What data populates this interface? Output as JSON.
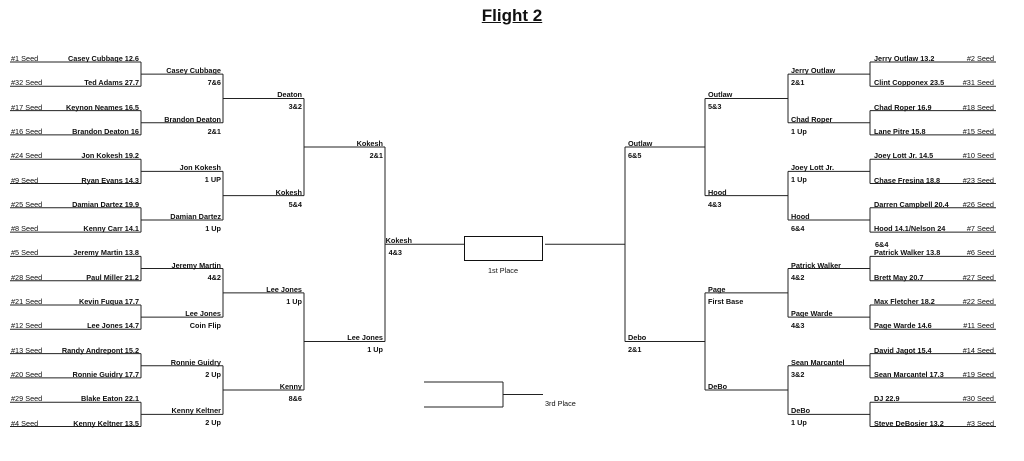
{
  "title": "Flight 2",
  "left": {
    "r1": [
      {
        "seed": "#1 Seed",
        "player": "Casey Cubbage 12.6"
      },
      {
        "seed": "#32 Seed",
        "player": "Ted Adams 27.7"
      },
      {
        "seed": "#17 Seed",
        "player": "Keynon Neames 16.5"
      },
      {
        "seed": "#16 Seed",
        "player": "Brandon Deaton 16"
      },
      {
        "seed": "#24 Seed",
        "player": "Jon Kokesh 19.2"
      },
      {
        "seed": "#9 Seed",
        "player": "Ryan Evans 14.3"
      },
      {
        "seed": "#25 Seed",
        "player": "Damian Dartez 19.9"
      },
      {
        "seed": "#8 Seed",
        "player": "Kenny Carr 14.1"
      },
      {
        "seed": "#5 Seed",
        "player": "Jeremy Martin 13.8"
      },
      {
        "seed": "#28 Seed",
        "player": "Paul Miller 21.2"
      },
      {
        "seed": "#21 Seed",
        "player": "Kevin Fuqua 17.7"
      },
      {
        "seed": "#12 Seed",
        "player": "Lee Jones 14.7"
      },
      {
        "seed": "#13 Seed",
        "player": "Randy Andrepont 15.2"
      },
      {
        "seed": "#20 Seed",
        "player": "Ronnie Guidry 17.7"
      },
      {
        "seed": "#29 Seed",
        "player": "Blake Eaton 22.1"
      },
      {
        "seed": "#4 Seed",
        "player": "Kenny Keltner 13.5"
      }
    ],
    "r2": [
      {
        "name": "Casey Cubbage",
        "score": "7&6"
      },
      {
        "name": "Brandon Deaton",
        "score": "2&1"
      },
      {
        "name": "Jon Kokesh",
        "score": "1 UP"
      },
      {
        "name": "Damian Dartez",
        "score": "1 Up"
      },
      {
        "name": "Jeremy Martin",
        "score": "4&2"
      },
      {
        "name": "Lee Jones",
        "score": "Coin Flip"
      },
      {
        "name": "Ronnie Guidry",
        "score": "2 Up"
      },
      {
        "name": "Kenny Keltner",
        "score": "2 Up"
      }
    ],
    "r3": [
      {
        "name": "Deaton",
        "score": "3&2"
      },
      {
        "name": "Kokesh",
        "score": "5&4"
      },
      {
        "name": "Lee Jones",
        "score": "1 Up"
      },
      {
        "name": "Kenny",
        "score": "8&6"
      }
    ],
    "r4": [
      {
        "name": "Kokesh",
        "score": "2&1"
      },
      {
        "name": "Lee Jones",
        "score": "1 Up"
      }
    ],
    "final": {
      "name": "Kokesh",
      "score": "4&3"
    }
  },
  "right": {
    "r1": [
      {
        "seed": "#2 Seed",
        "player": "Jerry Outlaw 13.2"
      },
      {
        "seed": "#31 Seed",
        "player": "Clint Copponex 23.5"
      },
      {
        "seed": "#18 Seed",
        "player": "Chad Roper 16.9"
      },
      {
        "seed": "#15 Seed",
        "player": "Lane Pitre 15.8"
      },
      {
        "seed": "#10 Seed",
        "player": "Joey Lott Jr. 14.5"
      },
      {
        "seed": "#23 Seed",
        "player": "Chase Fresina 18.8"
      },
      {
        "seed": "#26 Seed",
        "player": "Darren Campbell 20.4"
      },
      {
        "seed": "#7 Seed",
        "player": "Hood 14.1/Nelson 24"
      },
      {
        "seed": "#6 Seed",
        "player": "Patrick Walker 13.8"
      },
      {
        "seed": "#27 Seed",
        "player": "Brett May 20.7"
      },
      {
        "seed": "#22 Seed",
        "player": "Max Fletcher 18.2"
      },
      {
        "seed": "#11 Seed",
        "player": "Page Warde 14.6"
      },
      {
        "seed": "#14 Seed",
        "player": "David Jagot 15.4"
      },
      {
        "seed": "#19 Seed",
        "player": "Sean Marcantel 17.3"
      },
      {
        "seed": "#30 Seed",
        "player": "DJ 22.9"
      },
      {
        "seed": "#3 Seed",
        "player": "Steve DeBosier 13.2"
      }
    ],
    "r2": [
      {
        "name": "Jerry Outlaw",
        "score": "2&1"
      },
      {
        "name": "Chad Roper",
        "score": "1 Up"
      },
      {
        "name": "Joey Lott Jr.",
        "score": "1 Up"
      },
      {
        "name": "Hood",
        "score": "6&4"
      },
      {
        "name": "Patrick Walker",
        "score": "4&2"
      },
      {
        "name": "Page Warde",
        "score": "4&3"
      },
      {
        "name": "Sean Marcantel",
        "score": "3&2"
      },
      {
        "name": "DeBo",
        "score": "1 Up"
      }
    ],
    "r3": [
      {
        "name": "Outlaw",
        "score": "5&3"
      },
      {
        "name": "Hood",
        "score": "4&3"
      },
      {
        "name": "Page",
        "score": "First Base"
      },
      {
        "name": "DeBo",
        "score": ""
      }
    ],
    "r4": [
      {
        "name": "Outlaw",
        "score": "6&5"
      },
      {
        "name": "Debo",
        "score": "2&1"
      }
    ]
  },
  "extra_note": "6&4",
  "first_place_label": "1st Place",
  "third_place_label": "3rd Place"
}
